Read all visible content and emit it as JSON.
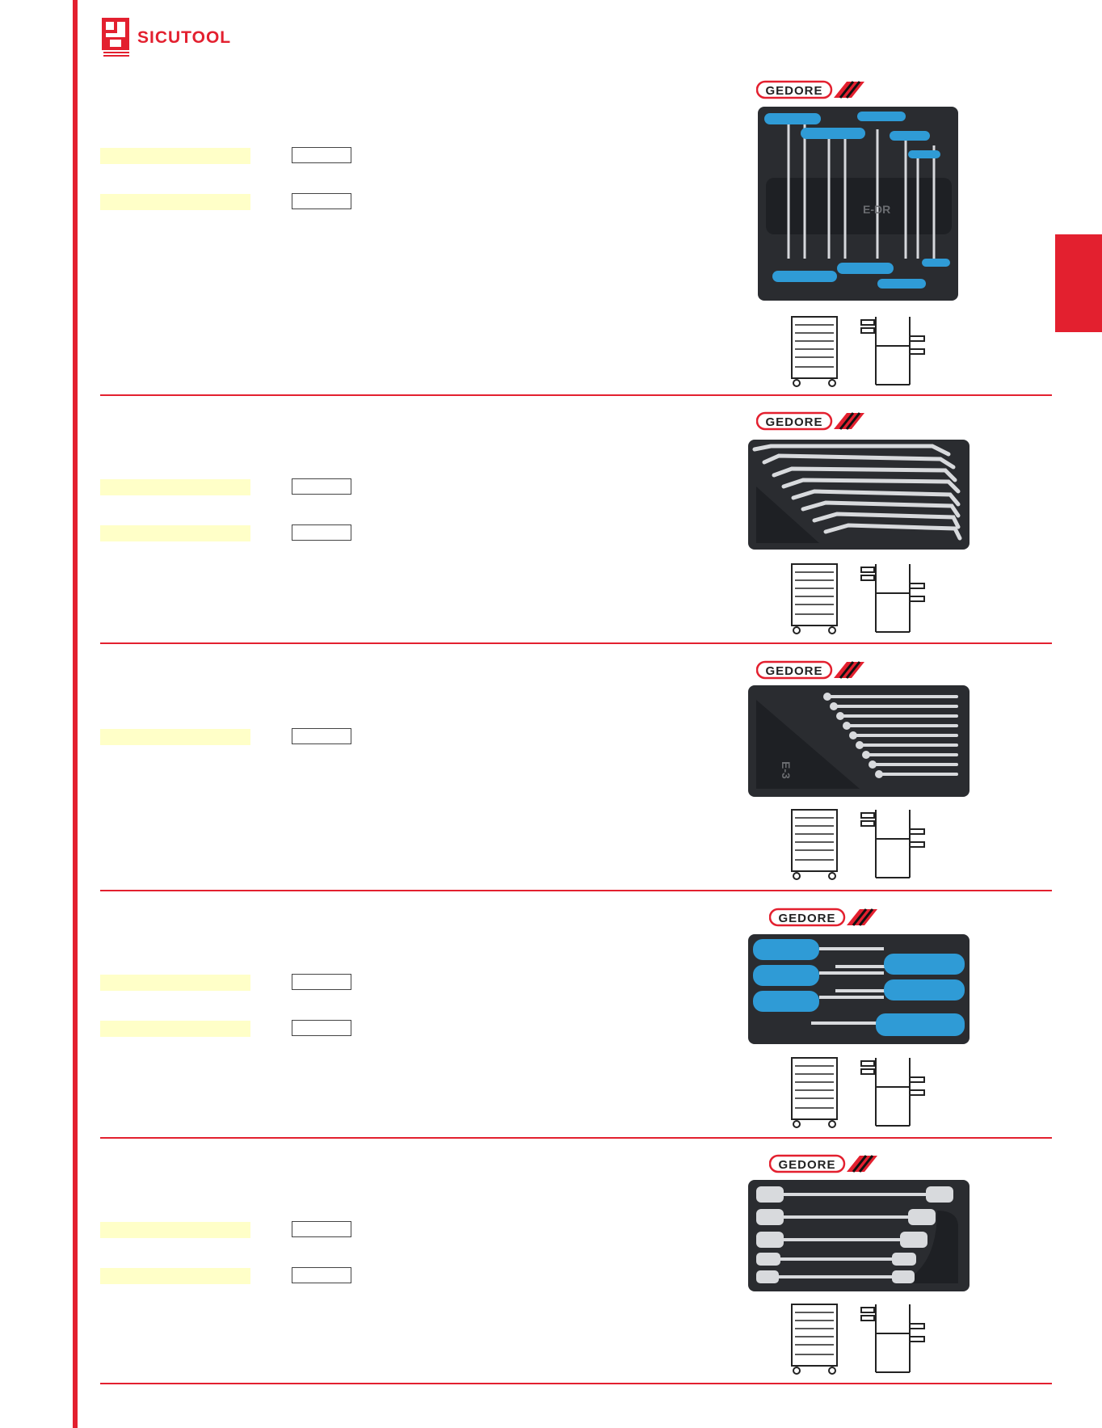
{
  "brand": {
    "name": "SICUTOOL",
    "logo_small_text": "SICUTOOL"
  },
  "colors": {
    "accent": "#e3202f",
    "highlight": "#ffffc8",
    "tray": "#2a2c30",
    "handle_blue": "#2f9bd6"
  },
  "tool_brand": "GEDORE",
  "sections": [
    {
      "id": "t-handle-hex-keys",
      "fields": 2,
      "tray_icon": "t-handle-hex-keys-tray"
    },
    {
      "id": "double-ring-spanners",
      "fields": 2,
      "tray_icon": "double-ring-spanners-tray"
    },
    {
      "id": "combination-spanners",
      "fields": 1,
      "tray_icon": "combination-spanners-tray"
    },
    {
      "id": "screwdrivers",
      "fields": 2,
      "tray_icon": "screwdrivers-tray"
    },
    {
      "id": "socket-wrenches",
      "fields": 2,
      "tray_icon": "socket-wrenches-tray"
    }
  ],
  "storage_icons": [
    "tool-trolley-icon",
    "tool-rack-icon"
  ]
}
